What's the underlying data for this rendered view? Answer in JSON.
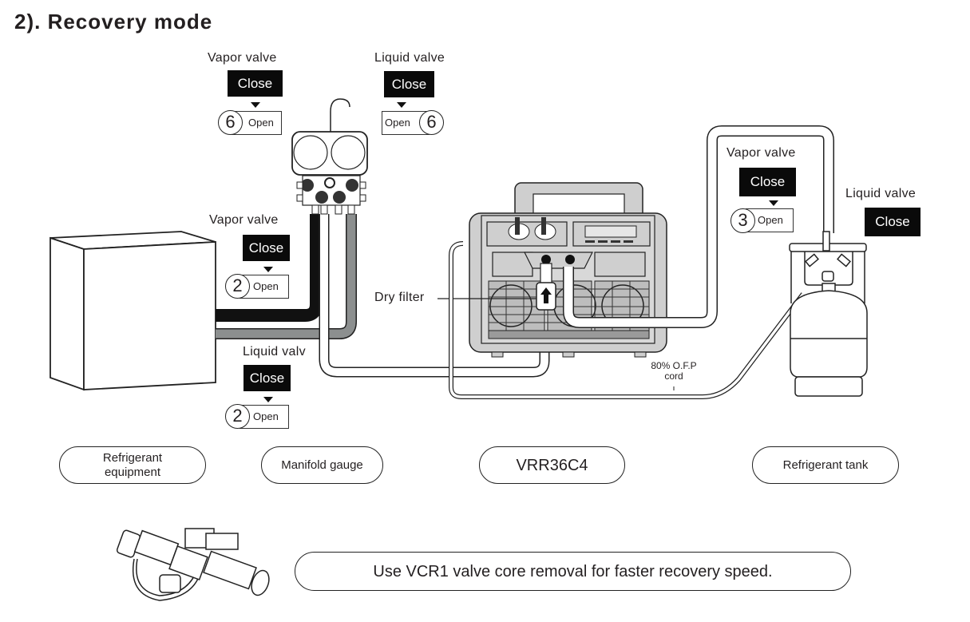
{
  "title": "2). Recovery mode",
  "manifold_valves": {
    "vapor": {
      "label": "Vapor valve",
      "state_close": "Close",
      "step": "6",
      "state_open": "Open"
    },
    "liquid": {
      "label": "Liquid valve",
      "state_close": "Close",
      "step": "6",
      "state_open": "Open"
    }
  },
  "equipment_valves": {
    "vapor": {
      "label": "Vapor valve",
      "state_close": "Close",
      "step": "2",
      "state_open": "Open"
    },
    "liquid": {
      "label": "Liquid valv",
      "state_close": "Close",
      "step": "2",
      "state_open": "Open"
    }
  },
  "tank_valves": {
    "vapor": {
      "label": "Vapor valve",
      "state_close": "Close",
      "step": "3",
      "state_open": "Open"
    },
    "liquid": {
      "label": "Liquid valve",
      "state_close": "Close"
    }
  },
  "dry_filter_label": "Dry filter",
  "ofp_label": "80% O.F.P\ncord",
  "components": [
    {
      "id": "refrigerant-equipment",
      "label": "Refrigerant\nequipment"
    },
    {
      "id": "manifold-gauge",
      "label": "Manifold gauge"
    },
    {
      "id": "machine-model",
      "label": "VRR36C4"
    },
    {
      "id": "refrigerant-tank",
      "label": "Refrigerant tank"
    }
  ],
  "tip": "Use VCR1 valve core removal for faster recovery speed.",
  "colors": {
    "black_hose": "#111111",
    "gray_hose": "#8c8f8f",
    "machine_gray": "#cfcfcf"
  }
}
